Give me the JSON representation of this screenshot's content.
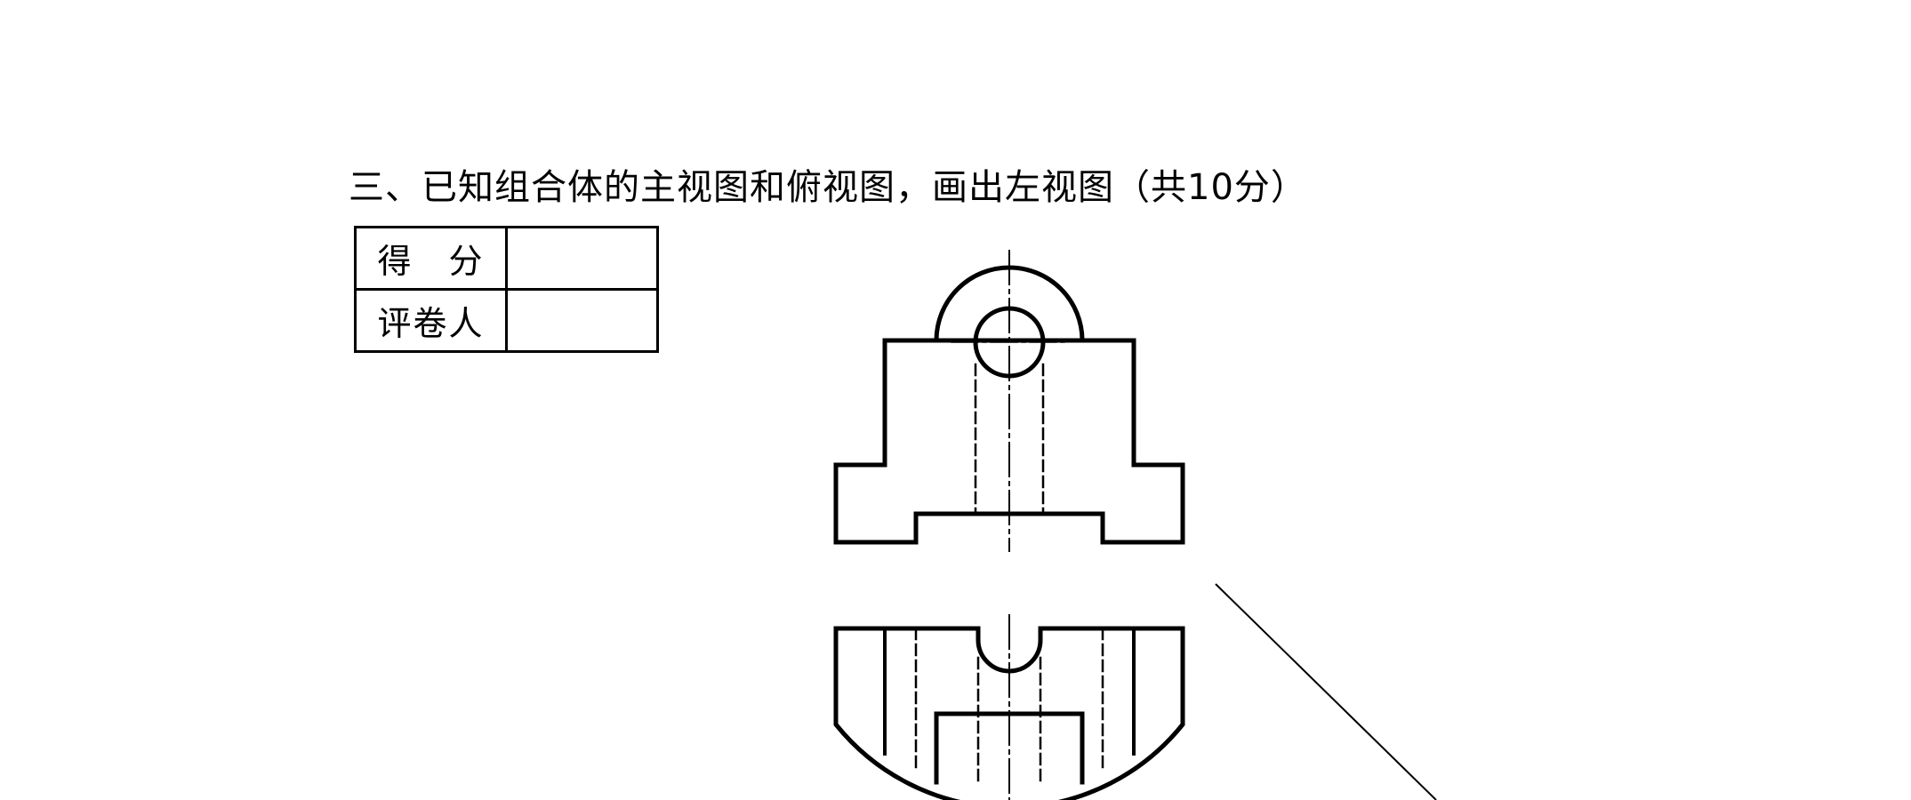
{
  "question": {
    "title": "三、已知组合体的主视图和俯视图，画出左视图（共10分）"
  },
  "score_table": {
    "rows": [
      {
        "label": "得　分",
        "value": ""
      },
      {
        "label": "评卷人",
        "value": ""
      }
    ]
  },
  "colors": {
    "ink": "#000000",
    "paper": "#ffffff"
  }
}
